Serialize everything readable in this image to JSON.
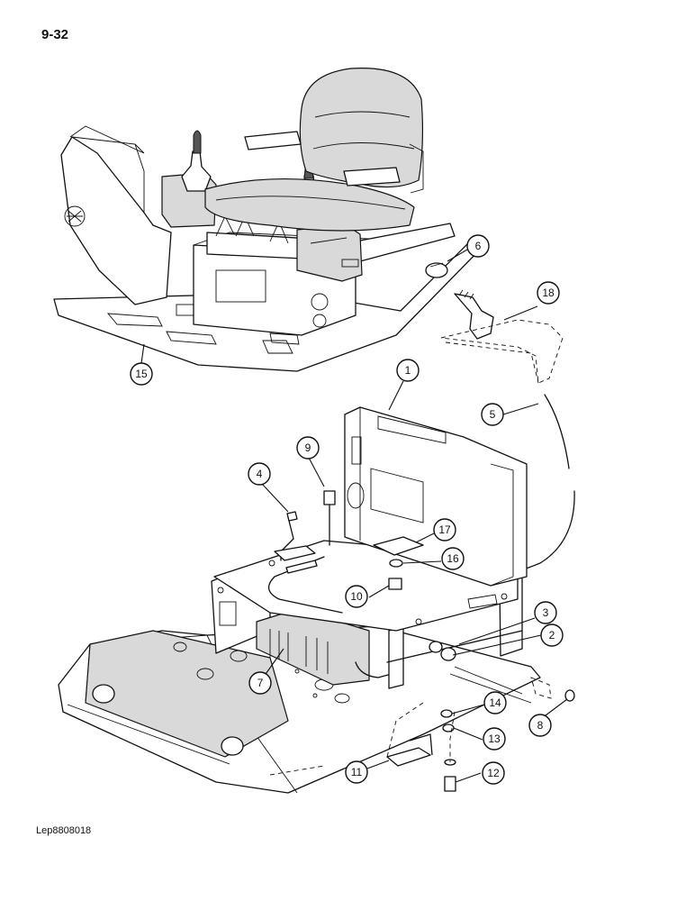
{
  "page": {
    "page_number": "9-32",
    "figure_reference": "Lep8808018"
  },
  "callouts": [
    {
      "label": "1"
    },
    {
      "label": "2"
    },
    {
      "label": "3"
    },
    {
      "label": "4"
    },
    {
      "label": "5"
    },
    {
      "label": "6"
    },
    {
      "label": "7"
    },
    {
      "label": "8"
    },
    {
      "label": "9"
    },
    {
      "label": "10"
    },
    {
      "label": "11"
    },
    {
      "label": "12"
    },
    {
      "label": "13"
    },
    {
      "label": "14"
    },
    {
      "label": "15"
    },
    {
      "label": "16"
    },
    {
      "label": "17"
    },
    {
      "label": "18"
    }
  ]
}
